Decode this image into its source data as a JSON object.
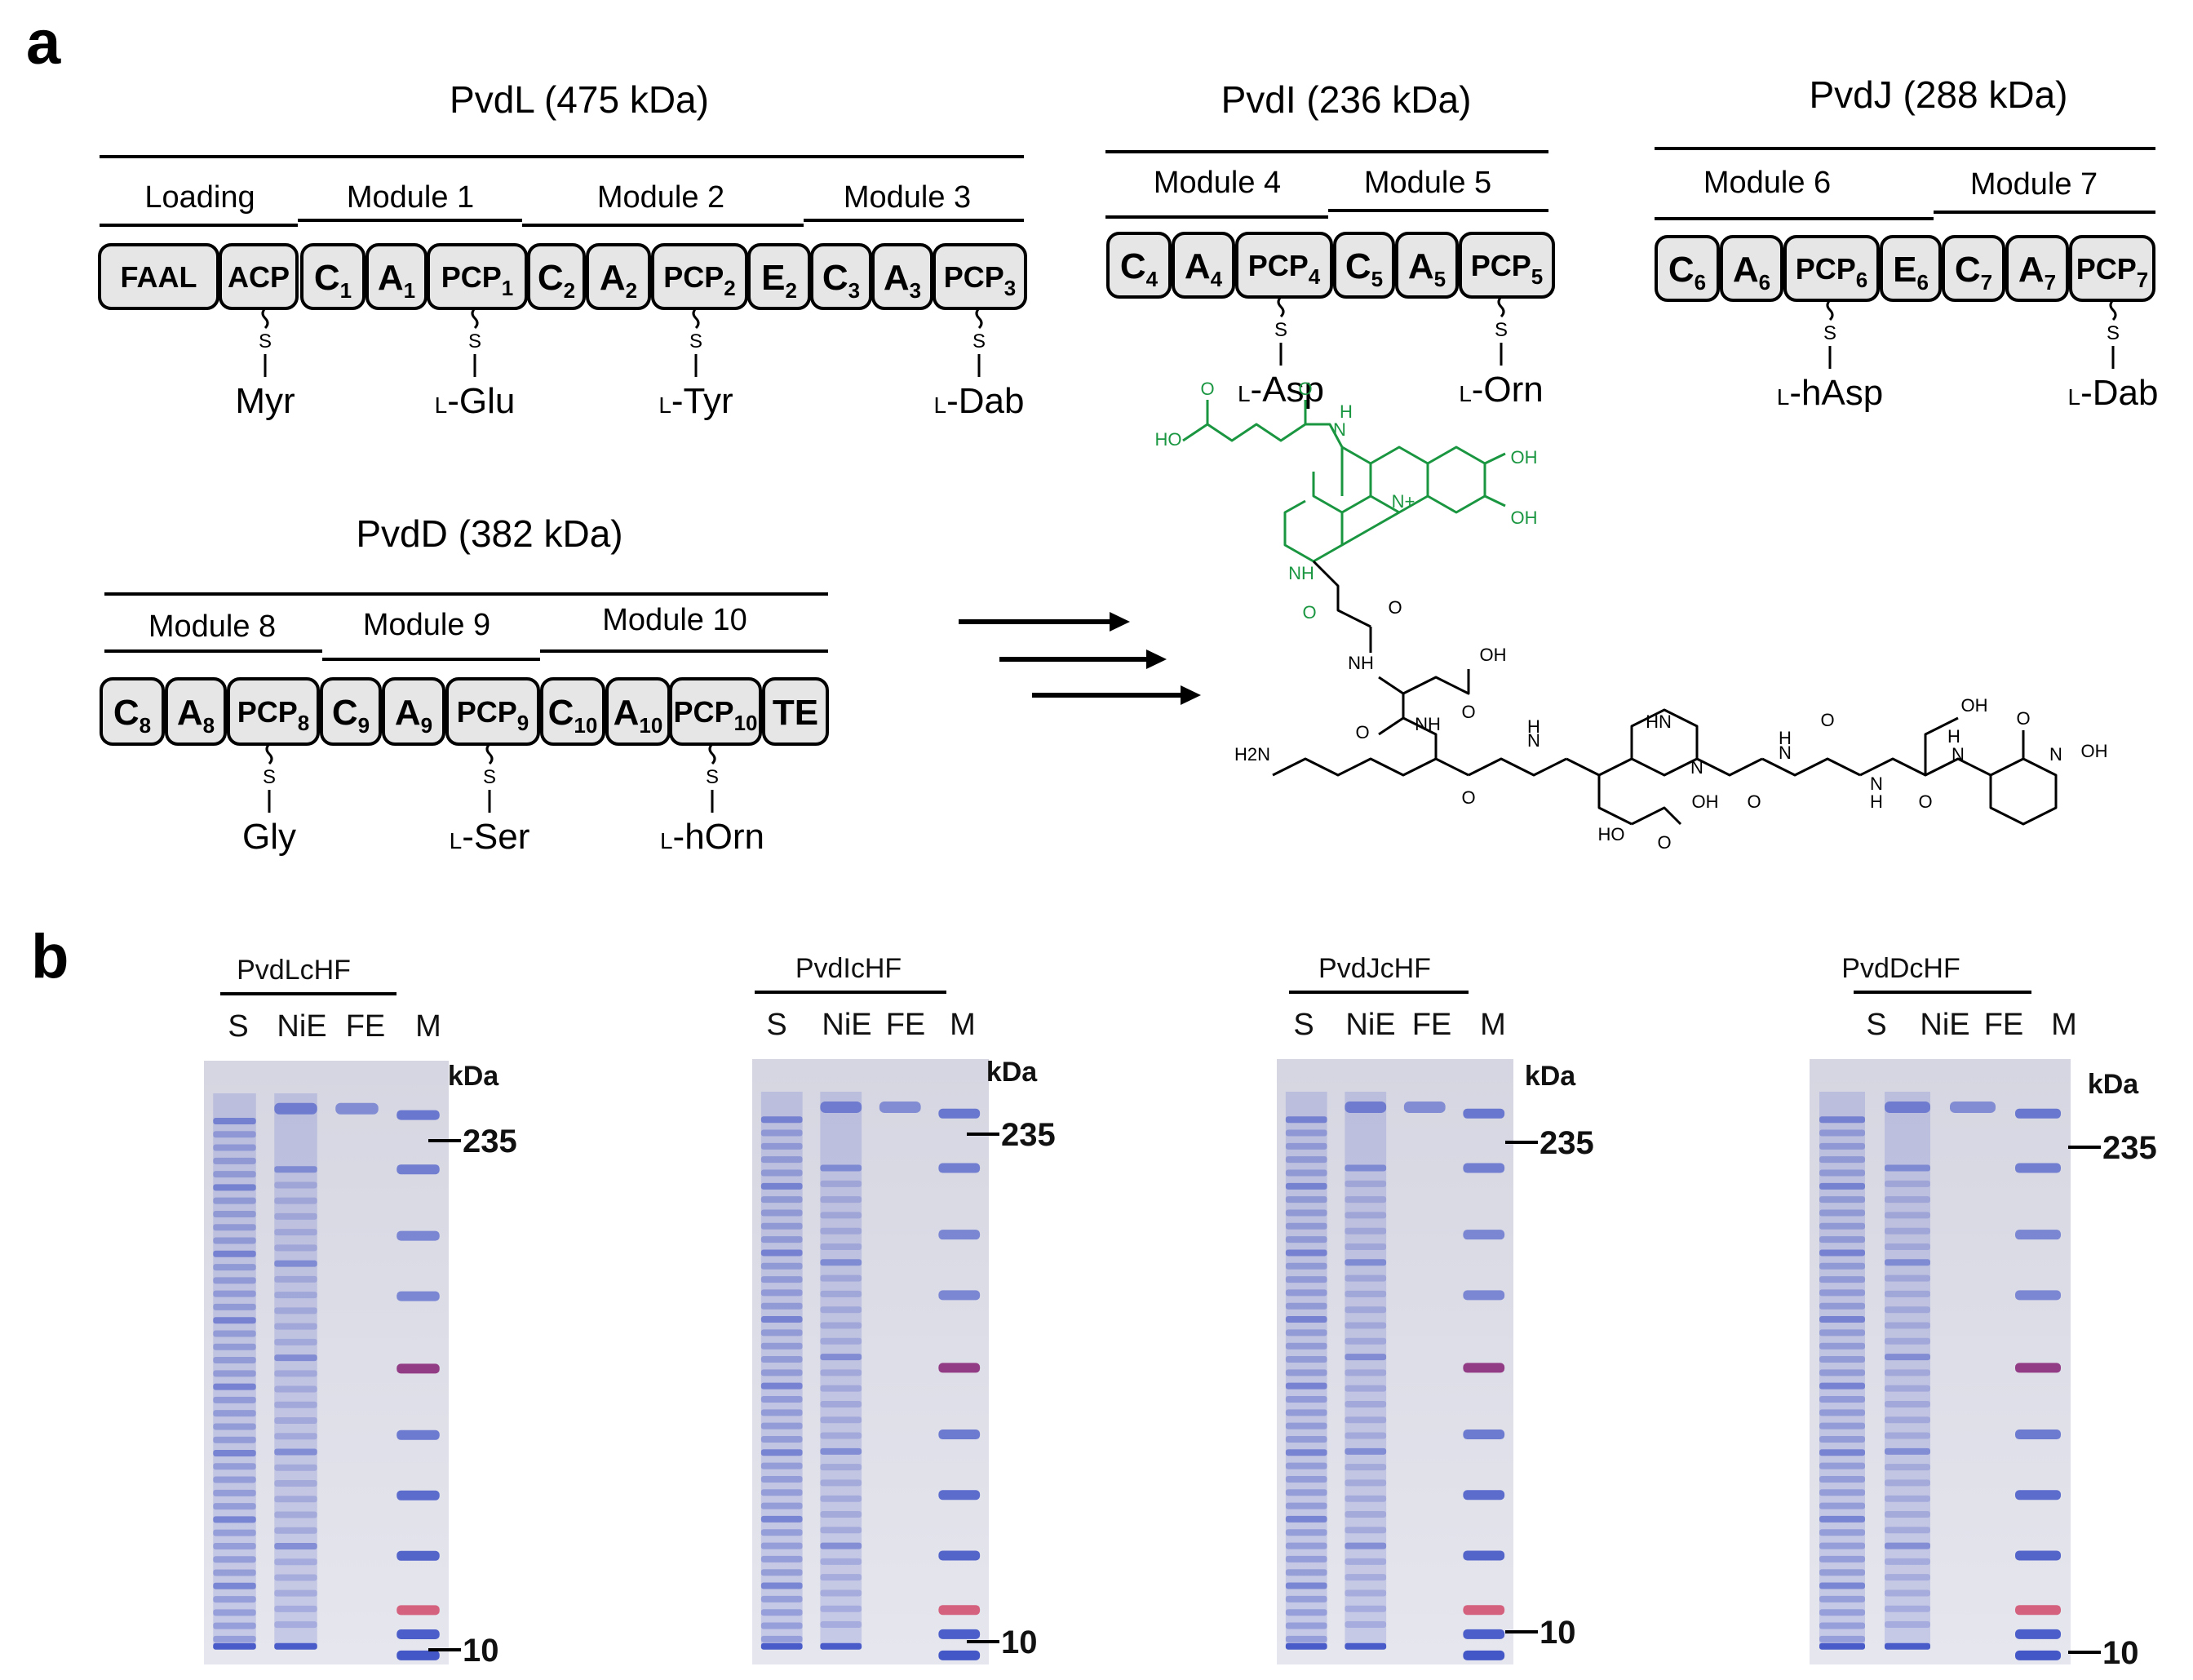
{
  "panel_a": {
    "label": "a",
    "proteins": [
      {
        "title": "PvdL (475 kDa)",
        "modules": [
          "Loading",
          "Module 1",
          "Module 2",
          "Module 3"
        ],
        "substrates": [
          {
            "prefix": "",
            "name": "Myr"
          },
          {
            "prefix": "L",
            "name": "-Glu"
          },
          {
            "prefix": "L",
            "name": "-Tyr"
          },
          {
            "prefix": "L",
            "name": "-Dab"
          }
        ]
      },
      {
        "title": "PvdI (236 kDa)",
        "modules": [
          "Module 4",
          "Module 5"
        ],
        "substrates": [
          {
            "prefix": "L",
            "name": "-Asp"
          },
          {
            "prefix": "L",
            "name": "-Orn"
          }
        ]
      },
      {
        "title": "PvdJ (288 kDa)",
        "modules": [
          "Module 6",
          "Module 7"
        ],
        "substrates": [
          {
            "prefix": "L",
            "name": "-hAsp"
          },
          {
            "prefix": "L",
            "name": "-Dab"
          }
        ]
      },
      {
        "title": "PvdD (382 kDa)",
        "modules": [
          "Module 8",
          "Module 9",
          "Module 10"
        ],
        "substrates": [
          {
            "prefix": "",
            "name": "Gly"
          },
          {
            "prefix": "L",
            "name": "-Ser"
          },
          {
            "prefix": "L",
            "name": "-hOrn"
          }
        ]
      }
    ],
    "sulfur_label": "S",
    "structure_labels": {
      "ho": "HO",
      "oh": "OH",
      "o": "O",
      "h": "H",
      "n": "N",
      "nplus": "N+",
      "nh": "NH",
      "hn": "HN",
      "h2n": "H2N"
    },
    "structure_colors": {
      "chromophore": "#1a9641",
      "peptide": "#000000"
    }
  },
  "panel_b": {
    "label": "b",
    "kda_label": "kDa",
    "lanes": [
      "S",
      "NiE",
      "FE",
      "M"
    ],
    "gels": [
      {
        "name": "PvdLcHF",
        "marker_top": "235",
        "marker_bottom": "10"
      },
      {
        "name": "PvdIcHF",
        "marker_top": "235",
        "marker_bottom": "10"
      },
      {
        "name": "PvdJcHF",
        "marker_top": "235",
        "marker_bottom": "10"
      },
      {
        "name": "PvdDcHF",
        "marker_top": "235",
        "marker_bottom": "10"
      }
    ],
    "colors": {
      "gel": "#dcdce6",
      "band": "#3b4fc4",
      "marker_pink": "#8a2a7a",
      "marker_red": "#d04060"
    }
  }
}
